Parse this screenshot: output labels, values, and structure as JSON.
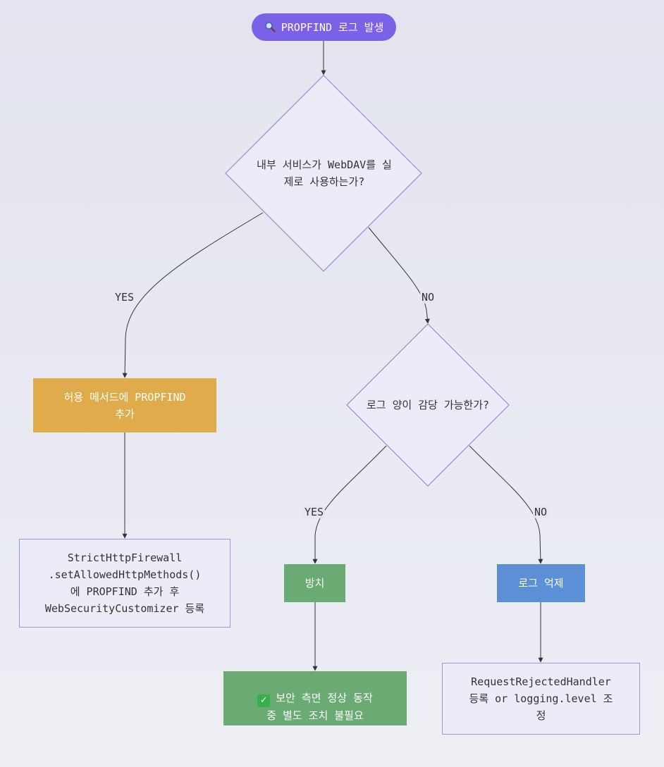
{
  "start": {
    "icon": "magnifier-icon",
    "label": "PROPFIND 로그 발생"
  },
  "decision1": {
    "label": "내부 서비스가 WebDAV를 실\n제로 사용하는가?"
  },
  "decision2": {
    "label": "로그 양이 감당 가능한가?"
  },
  "yes_action": {
    "label": "허용 메서드에 PROPFIND\n추가"
  },
  "yes_detail": {
    "label": "StrictHttpFirewall\n.setAllowedHttpMethods()\n에 PROPFIND 추가 후\nWebSecurityCustomizer 등록"
  },
  "tolerate": {
    "label": "방치"
  },
  "tolerate_result": {
    "icon": "check-icon",
    "label": "보안 측면 정상 동작\n중 별도 조치 불필요"
  },
  "suppress": {
    "label": "로그 억제"
  },
  "suppress_detail": {
    "label": "RequestRejectedHandler\n등록 or logging.level 조\n정"
  },
  "edge_labels": {
    "d1_yes": "YES",
    "d1_no": "NO",
    "d2_yes": "YES",
    "d2_no": "NO"
  },
  "colors": {
    "start": "#7b61e6",
    "decision_fill": "#ececf8",
    "decision_stroke": "#9a86de",
    "action_orange": "#dfab4b",
    "action_green": "#6aab74",
    "action_blue": "#5b8fd6",
    "edge": "#333333"
  }
}
